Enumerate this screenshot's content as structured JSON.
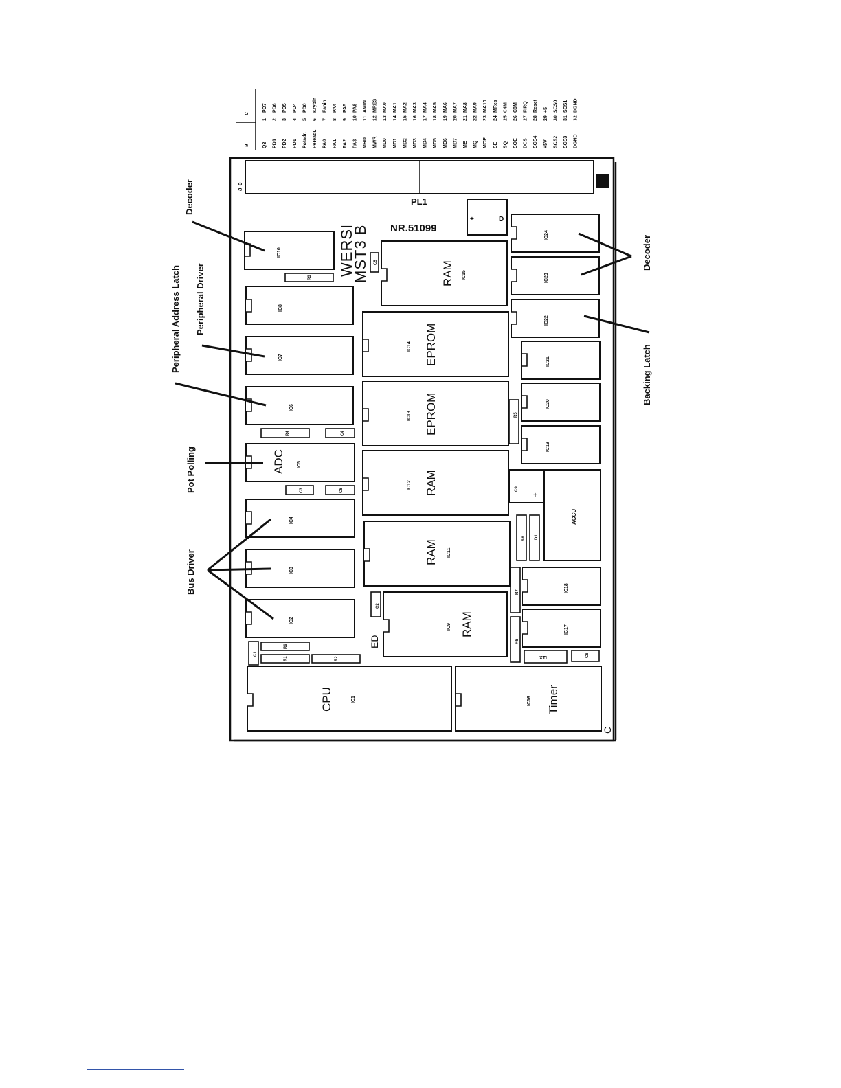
{
  "diagram": {
    "board_id": "WERSI MST3 B",
    "board_id_line1": "WERSI",
    "board_id_line2": "MST3 B",
    "serial": "NR.51099",
    "connector_label": "PL1",
    "corner_label": "C",
    "pinout_headers": [
      "a",
      "c"
    ],
    "pinout": [
      {
        "n": "1",
        "a": "Q3",
        "c": "PD7"
      },
      {
        "n": "2",
        "a": "PD3",
        "c": "PD6"
      },
      {
        "n": "3",
        "a": "PD2",
        "c": "PD5"
      },
      {
        "n": "4",
        "a": "PD1",
        "c": "PD4"
      },
      {
        "n": "5",
        "a": "Potadr.",
        "c": "PD0"
      },
      {
        "n": "6",
        "a": "Pereadr.",
        "c": "Krybin"
      },
      {
        "n": "7",
        "a": "PA0",
        "c": "Fanin"
      },
      {
        "n": "8",
        "a": "PA1",
        "c": "PA4"
      },
      {
        "n": "9",
        "a": "PA2",
        "c": "PA5"
      },
      {
        "n": "10",
        "a": "PA3",
        "c": "PA6"
      },
      {
        "n": "11",
        "a": "MRD",
        "c": "AMIN"
      },
      {
        "n": "12",
        "a": "MWR",
        "c": "MRES"
      },
      {
        "n": "13",
        "a": "MD0",
        "c": "MA0"
      },
      {
        "n": "14",
        "a": "MD1",
        "c": "MA1"
      },
      {
        "n": "15",
        "a": "MD2",
        "c": "MA2"
      },
      {
        "n": "16",
        "a": "MD3",
        "c": "MA3"
      },
      {
        "n": "17",
        "a": "MD4",
        "c": "MA4"
      },
      {
        "n": "18",
        "a": "MD5",
        "c": "MA5"
      },
      {
        "n": "19",
        "a": "MD6",
        "c": "MA6"
      },
      {
        "n": "20",
        "a": "MD7",
        "c": "MA7"
      },
      {
        "n": "21",
        "a": "ME",
        "c": "MA8"
      },
      {
        "n": "22",
        "a": "MQ",
        "c": "MA9"
      },
      {
        "n": "23",
        "a": "MOE",
        "c": "MA10"
      },
      {
        "n": "24",
        "a": "SE",
        "c": "MRes"
      },
      {
        "n": "25",
        "a": "SQ",
        "c": "C4M"
      },
      {
        "n": "26",
        "a": "SOE",
        "c": "C8M"
      },
      {
        "n": "27",
        "a": "DCS",
        "c": "FIRQ"
      },
      {
        "n": "28",
        "a": "SCS4",
        "c": "Reset"
      },
      {
        "n": "29",
        "a": "+5V",
        "c": "+5"
      },
      {
        "n": "30",
        "a": "SCS2",
        "c": "SCS0"
      },
      {
        "n": "31",
        "a": "SCS3",
        "c": "SCS1"
      },
      {
        "n": "32",
        "a": "DGND",
        "c": "DGND"
      }
    ],
    "chips": {
      "cpu": {
        "label": "CPU",
        "ref": "IC1"
      },
      "timer": {
        "label": "Timer",
        "ref": "IC16"
      },
      "ram_ic9": {
        "label": "RAM",
        "ref": "IC9"
      },
      "ram_ic11": {
        "label": "RAM",
        "ref": "IC11"
      },
      "ram_ic12": {
        "label": "RAM",
        "ref": "IC12"
      },
      "ram_ic15": {
        "label": "RAM",
        "ref": "IC15"
      },
      "eprom_ic13": {
        "label": "EPROM",
        "ref": "IC13"
      },
      "eprom_ic14": {
        "label": "EPROM",
        "ref": "IC14"
      },
      "adc": {
        "label": "ADC",
        "ref": "IC5"
      },
      "ic2": {
        "ref": "IC2"
      },
      "ic3": {
        "ref": "IC3"
      },
      "ic4": {
        "ref": "IC4"
      },
      "ic6": {
        "ref": "IC6"
      },
      "ic7": {
        "ref": "IC7"
      },
      "ic8": {
        "ref": "IC8"
      },
      "ic10": {
        "ref": "IC10"
      },
      "ic17": {
        "ref": "IC17"
      },
      "ic18": {
        "ref": "IC18"
      },
      "ic19": {
        "ref": "IC19"
      },
      "ic20": {
        "ref": "IC20"
      },
      "ic21": {
        "ref": "IC21"
      },
      "ic22": {
        "ref": "IC22"
      },
      "ic23": {
        "ref": "IC23"
      },
      "ic24": {
        "ref": "IC24"
      },
      "accu": {
        "label": "ACCU"
      }
    },
    "small_parts": {
      "ed": "ED",
      "c1": "C1",
      "c2": "C2",
      "c3": "C3",
      "c4": "C4",
      "c5": "C5",
      "c6": "C6",
      "c8": "C8",
      "c9": "C9",
      "r1": "R1",
      "r2": "R2",
      "r3": "R3",
      "r4": "R4",
      "r5": "R5",
      "r6": "R6",
      "r7": "R7",
      "r8": "R8",
      "r9": "R9",
      "d1": "D1",
      "xtl": "XTL"
    },
    "callouts": {
      "decoder_left": "Decoder",
      "peripheral_address_latch": "Peripheral Address Latch",
      "peripheral_driver": "Peripheral Driver",
      "pot_polling": "Pot Polling",
      "bus_driver": "Bus Driver",
      "decoder_right": "Decoder",
      "backing_latch": "Backing Latch"
    }
  }
}
